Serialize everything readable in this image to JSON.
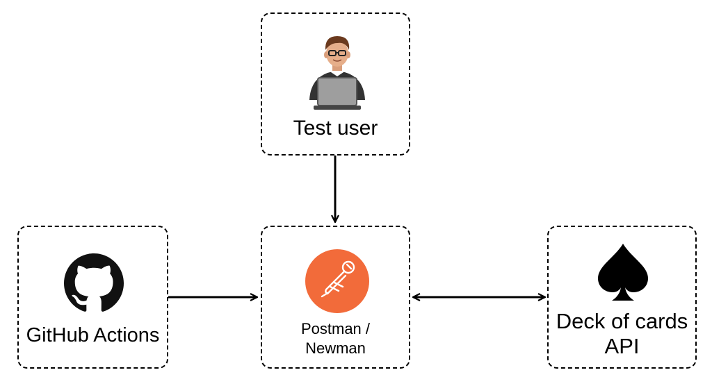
{
  "nodes": {
    "test_user": {
      "label": "Test user",
      "icon": "developer-at-laptop-icon"
    },
    "github_actions": {
      "label": "GitHub Actions",
      "icon": "github-octocat-icon"
    },
    "postman": {
      "label_line1": "Postman /",
      "label_line2": "Newman",
      "icon": "postman-logo-icon",
      "icon_color": "#F26B3A"
    },
    "deck_api": {
      "label_line1": "Deck of cards",
      "label_line2": "API",
      "icon": "spade-icon"
    }
  },
  "edges": [
    {
      "from": "Test user",
      "to": "Postman / Newman",
      "direction": "one-way"
    },
    {
      "from": "GitHub Actions",
      "to": "Postman / Newman",
      "direction": "one-way"
    },
    {
      "from": "Postman / Newman",
      "to": "Deck of cards API",
      "direction": "two-way"
    }
  ]
}
